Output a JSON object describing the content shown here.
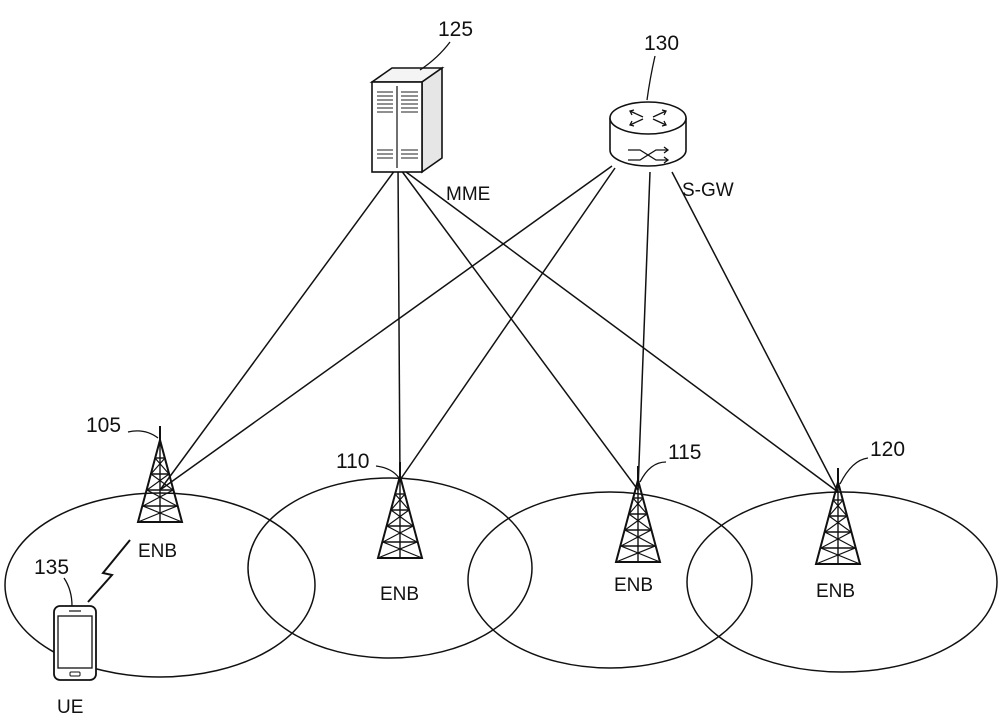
{
  "mme": {
    "ref": "125",
    "label": "MME"
  },
  "sgw": {
    "ref": "130",
    "label": "S-GW"
  },
  "enbs": [
    {
      "ref": "105",
      "label": "ENB"
    },
    {
      "ref": "110",
      "label": "ENB"
    },
    {
      "ref": "115",
      "label": "ENB"
    },
    {
      "ref": "120",
      "label": "ENB"
    }
  ],
  "ue": {
    "ref": "135",
    "label": "UE"
  },
  "colors": {
    "line": "#111111",
    "background": "#ffffff"
  }
}
